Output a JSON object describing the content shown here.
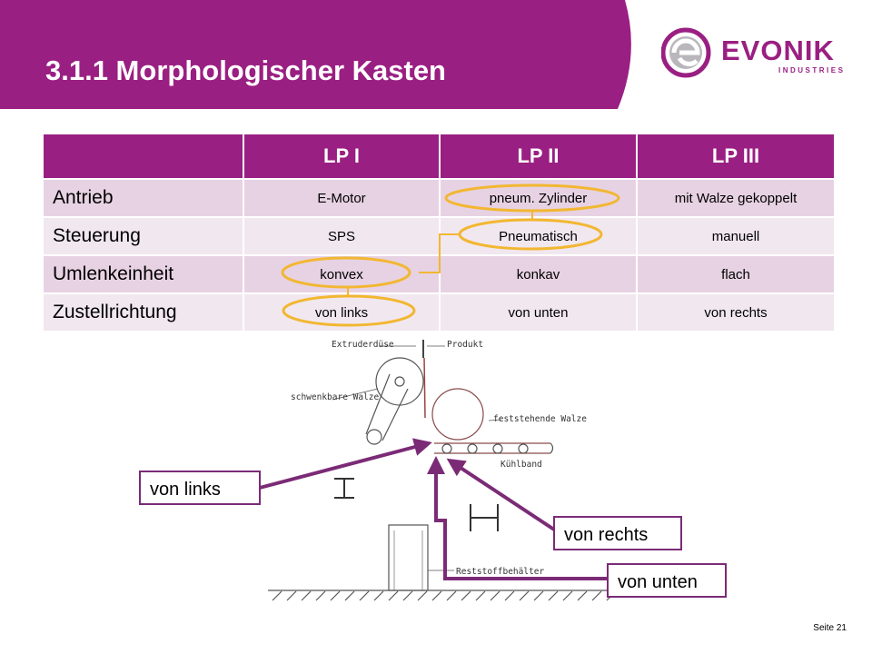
{
  "title": "3.1.1 Morphologischer Kasten",
  "logo": {
    "brand": "EVONIK",
    "sub": "INDUSTRIES"
  },
  "colors": {
    "brand": "#9a1f82",
    "row_odd": "#e7d2e3",
    "row_even": "#f1e7ef",
    "highlight": "#f2b731",
    "arrow": "#7b2b76"
  },
  "table": {
    "headers": [
      "",
      "LP I",
      "LP II",
      "LP III"
    ],
    "rows": [
      {
        "label": "Antrieb",
        "cells": [
          "E-Motor",
          "pneum. Zylinder",
          "mit Walze gekoppelt"
        ]
      },
      {
        "label": "Steuerung",
        "cells": [
          "SPS",
          "Pneumatisch",
          "manuell"
        ]
      },
      {
        "label": "Umlenkeinheit",
        "cells": [
          "konvex",
          "konkav",
          "flach"
        ]
      },
      {
        "label": "Zustellrichtung",
        "cells": [
          "von links",
          "von unten",
          "von rechts"
        ]
      }
    ]
  },
  "sketch": {
    "labels": {
      "extruder": "Extruderdüse",
      "product": "Produkt",
      "swivel_roller": "schwenkbare Walze",
      "fixed_roller": "feststehende Walze",
      "cooling_belt": "Kühlband",
      "waste_container": "Reststoffbehälter"
    }
  },
  "callouts": {
    "left": "von links",
    "right": "von rechts",
    "bottom": "von unten"
  },
  "page_number": "Seite 21"
}
